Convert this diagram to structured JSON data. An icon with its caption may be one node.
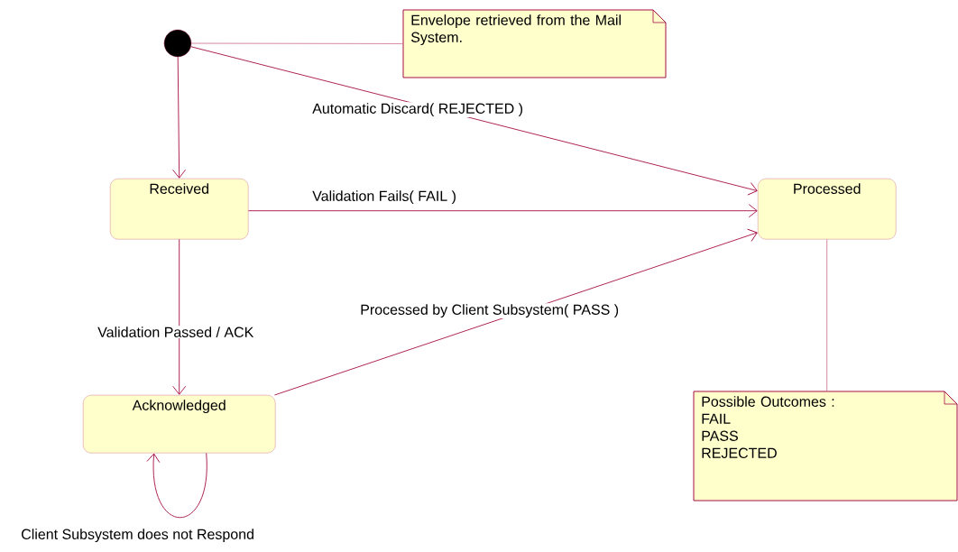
{
  "diagram": {
    "nodes": [
      {
        "text": [],
        "shape": "circle"
      },
      {
        "text": [
          "Envelope retrieved from the Mail System."
        ]
      },
      {
        "text": [
          "Received"
        ]
      },
      {
        "text": [
          "Processed"
        ]
      },
      {
        "text": [
          "Acknowledged"
        ]
      },
      {
        "text": [
          "Possible Outcomes :",
          "FAIL",
          "PASS",
          "REJECTED"
        ]
      }
    ],
    "edges": [
      {
        "from": 0,
        "to": 1,
        "arrow": "none",
        "color": "#d27a98"
      },
      {
        "from": 0,
        "to": 2,
        "arrow": "to"
      },
      {
        "from": 0,
        "to": 3,
        "arrow": "to",
        "label": "Automatic Discard( REJECTED )"
      },
      {
        "from": 2,
        "to": 3,
        "arrow": "to",
        "label": "Validation Fails( FAIL )"
      },
      {
        "from": 2,
        "to": 4,
        "arrow": "to",
        "label": "Validation Passed / ACK"
      },
      {
        "from": 4,
        "to": 3,
        "arrow": "to",
        "label": "Processed by Client Subsystem( PASS )"
      },
      {
        "from": 4,
        "to": 4,
        "arrow": "to",
        "label": "Client Subsystem does not Respond"
      },
      {
        "from": 3,
        "to": 5,
        "arrow": "none",
        "color": "#d27a98"
      }
    ]
  }
}
